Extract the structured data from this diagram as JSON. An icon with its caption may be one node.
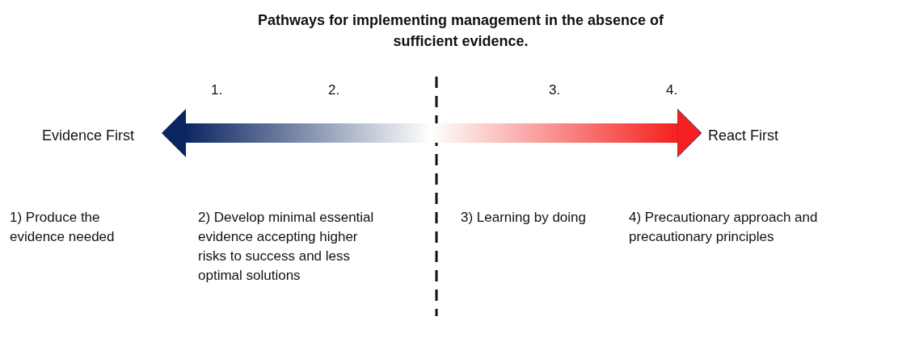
{
  "diagram": {
    "title": "Pathways for implementing management in the absence of sufficient evidence.",
    "nodes": [
      {
        "text": [
          "Evidence First"
        ]
      },
      {
        "text": [
          "React First"
        ]
      }
    ],
    "edges": [
      {
        "from": 0,
        "to": 1,
        "arrow": "both",
        "style": "thick"
      }
    ],
    "labels": [
      "1.",
      "2.",
      "3.",
      "4.",
      "1) Produce the evidence needed",
      "2) Develop minimal essential evidence accepting higher risks to success and less optimal solutions",
      "3) Learning by doing",
      "4) Precautionary approach and precautionary principles"
    ]
  }
}
